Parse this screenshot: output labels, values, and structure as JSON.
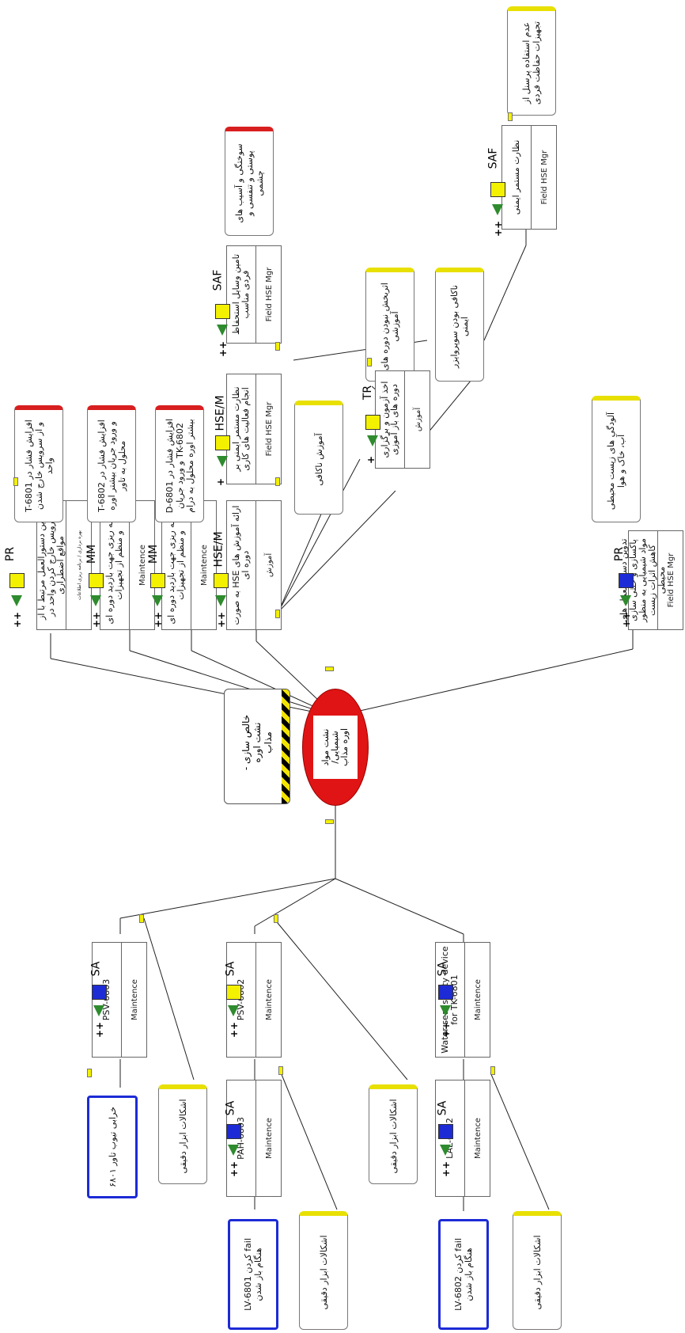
{
  "hazard": {
    "label": "خالص سازی - نشت اوره مذاب"
  },
  "top_event": {
    "label": "نشت مواد شیمیایی/ اوره مذاب"
  },
  "threat_barriers": [
    {
      "tag_pp": "++",
      "tag_type": "SA",
      "sq_color": "#1c2bd6",
      "title": "PSV-6803",
      "sub": "Maintence"
    },
    {
      "tag_pp": "++",
      "tag_type": "SA",
      "sq_color": "#f3f000",
      "title": "PSV-6802",
      "sub": "Maintence"
    },
    {
      "tag_pp": "++",
      "tag_type": "SA",
      "sq_color": "#1c2bd6",
      "title": "Water seal safety device for TK-6801",
      "sub": "Maintence"
    },
    {
      "tag_pp": "++",
      "tag_type": "SA",
      "sq_color": "#1c2bd6",
      "title": "PAH-6803",
      "sub": "Maintence"
    },
    {
      "tag_pp": "++",
      "tag_type": "SA",
      "sq_color": "#1c2bd6",
      "title": "LAL-6802",
      "sub": "Maintence"
    }
  ],
  "threats": [
    {
      "label": "خرابی تیوب تاور ۶۸۰۱"
    },
    {
      "label": "fail کردن LV-6801 هنگام باز شدن"
    },
    {
      "label": "fail کردن LV-6802 هنگام باز شدن"
    }
  ],
  "threat_escalations": [
    {
      "label": "اشکالات ابزار دقیقی"
    },
    {
      "label": "اشکالات ابزار دقیقی"
    },
    {
      "label": "اشکالات ابزار دقیقی"
    },
    {
      "label": "اشکالات ابزار دقیقی"
    }
  ],
  "consequence_barriers": [
    {
      "tag_pp": "++",
      "tag_type": "PR",
      "sq_color": "#f3f000",
      "title": "تدوین دستورالعمل مرتبط با از سرویس خارج کردن واحد در مواقع اضطراری",
      "sub": "بهره برداری / برنامه ریزی اطلاعات"
    },
    {
      "tag_pp": "++",
      "tag_type": "MM",
      "sq_color": "#f3f000",
      "title": "برنامه ریزی جهت بازدید دوره ای و منظم از تجهیزات",
      "sub": "Maintence"
    },
    {
      "tag_pp": "++",
      "tag_type": "MM",
      "sq_color": "#f3f000",
      "title": "برنامه ریزی جهت بازدید دوره ای و منظم از تجهیزات",
      "sub": "Maintence"
    },
    {
      "tag_pp": "++",
      "tag_type": "HSE/M",
      "sq_color": "#f3f000",
      "title": "ارائه آموزش های HSE به صورت دوره ای",
      "sub": "آموزش"
    },
    {
      "tag_pp": "++",
      "tag_type": "PR",
      "sq_color": "#1c2bd6",
      "title": "تدوین دستورالعمل های پاکسازی و خنثی سازی مواد شیمیایی به منظور کاهش اثرات زیست محیطی",
      "sub": "Field HSE Mgr"
    }
  ],
  "consequences": [
    {
      "label": "افزایش فشار در T-6801 و از سرویس خارج شدن واحد"
    },
    {
      "label": "افزایش فشار در T-6802 و ورود جریان بیشتر اوره محلول به تاور"
    },
    {
      "label": "افزایش فشار در D-6801 TK-6802 و ورود جریان بیشتر اوره محلول به درام"
    },
    {
      "label": "آلودگی های زیست محیطی آب، خاک و هوا"
    }
  ],
  "escalation_factors": [
    {
      "label": "آموزش ناکافی"
    },
    {
      "label": "اثربخش نبودن دوره های آموزشی"
    },
    {
      "label": "ناکافی بودن سوپروایزر ایمنی"
    },
    {
      "label": "سوختگی و آسیب های پوستی و تنفسی و چشمی"
    },
    {
      "label": "عدم استفاده پرسنل از تجهیزات حفاظت فردی"
    }
  ],
  "escalation_barriers": [
    {
      "tag_pp": "+",
      "tag_type": "HSE/M",
      "sq_color": "#f3f000",
      "title": "نظارت مستمر ایمنی بر انجام فعالیت های کاری",
      "sub": "Field HSE Mgr"
    },
    {
      "tag_pp": "+",
      "tag_type": "TR",
      "sq_color": "#f3f000",
      "title": "اخذ آزمون و برگزاری دوره های باز آموزی",
      "sub": "آموزش"
    },
    {
      "tag_pp": "++",
      "tag_type": "SAF",
      "sq_color": "#f3f000",
      "title": "تامین وسایل استحفاظ فردی مناسب",
      "sub": "Field HSE Mgr"
    },
    {
      "tag_pp": "++",
      "tag_type": "SAF",
      "sq_color": "#f3f000",
      "title": "نظارت مستمر ایمنی",
      "sub": "Field HSE Mgr"
    }
  ]
}
